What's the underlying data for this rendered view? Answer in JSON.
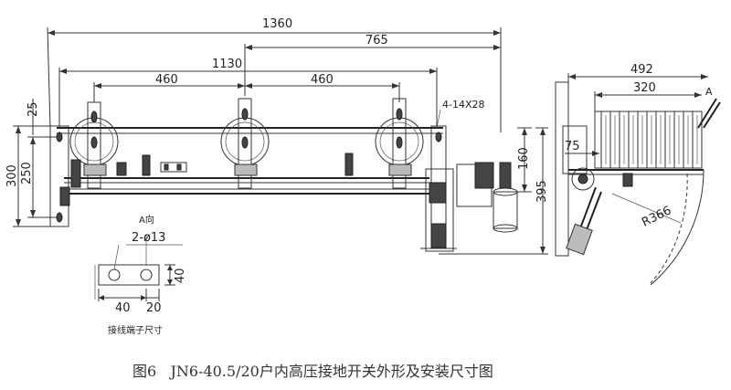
{
  "dimensions": {
    "d1360": "1360",
    "d765": "765",
    "d1130": "1130",
    "d460a": "460",
    "d460b": "460",
    "d25": "25",
    "d300": "300",
    "d250": "250",
    "d160": "160",
    "d395": "395",
    "d492": "492",
    "d320": "320",
    "d75": "75",
    "r366": "R366",
    "hole_spec": "4-14X28",
    "dA": "A",
    "d40v": "40",
    "d40h": "40",
    "d20": "20",
    "holes": "2-ø13"
  },
  "detail": {
    "view_label": "A向",
    "caption": "接线端子尺寸"
  },
  "figure": {
    "caption": "图6   JN6-40.5/20户内高压接地开关外形及安装尺寸图"
  }
}
